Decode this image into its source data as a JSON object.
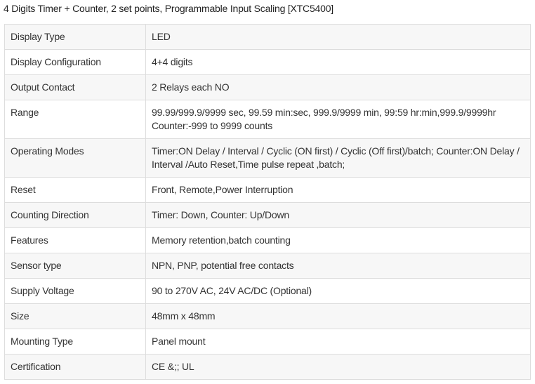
{
  "title": "4 Digits Timer + Counter, 2 set points, Programmable Input Scaling [XTC5400]",
  "specs": [
    {
      "label": "Display Type",
      "value": "LED"
    },
    {
      "label": "Display Configuration",
      "value": "4+4 digits"
    },
    {
      "label": "Output Contact",
      "value": "2 Relays each NO"
    },
    {
      "label": "Range",
      "value": "99.99/999.9/9999 sec, 99.59 min:sec, 999.9/9999 min, 99:59 hr:min,999.9/9999hr Counter:-999 to 9999 counts"
    },
    {
      "label": "Operating Modes",
      "value": "Timer:ON Delay / Interval / Cyclic (ON first) / Cyclic (Off first)/batch; Counter:ON Delay / Interval /Auto Reset,Time pulse repeat ,batch;"
    },
    {
      "label": "Reset",
      "value": "Front, Remote,Power Interruption"
    },
    {
      "label": "Counting Direction",
      "value": "Timer: Down, Counter: Up/Down"
    },
    {
      "label": "Features",
      "value": "Memory retention,batch counting"
    },
    {
      "label": "Sensor type",
      "value": "NPN, PNP, potential free contacts"
    },
    {
      "label": "Supply Voltage",
      "value": "90 to 270V AC, 24V AC/DC (Optional)"
    },
    {
      "label": "Size",
      "value": "48mm x 48mm"
    },
    {
      "label": "Mounting Type",
      "value": "Panel mount"
    },
    {
      "label": "Certification",
      "value": "CE &;; UL"
    }
  ]
}
